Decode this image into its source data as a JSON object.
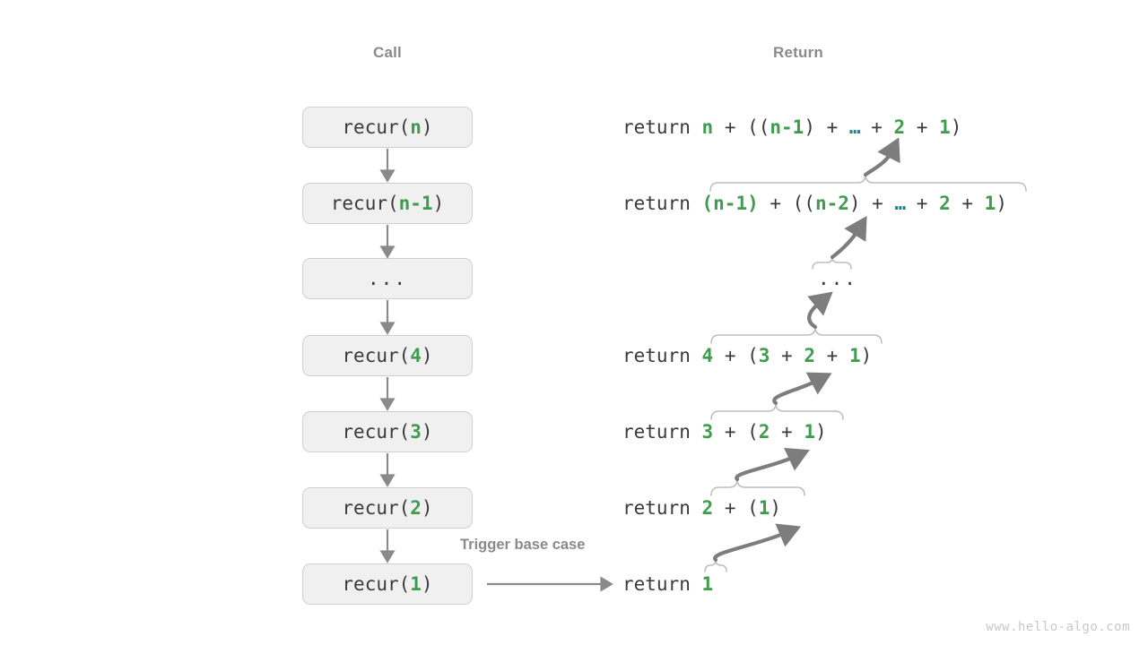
{
  "headers": {
    "call": "Call",
    "return": "Return"
  },
  "colors": {
    "box_fill": "#f0f0f0",
    "box_border": "#cfcfcf",
    "green": "#3f9c4f",
    "teal": "#2a7f86",
    "gray": "#8a8a8a",
    "text": "#3a3a3a",
    "brace": "#bdbdbd",
    "watermark": "#c8c8c8"
  },
  "call_stack": [
    {
      "label": "recur(n)",
      "fn": "recur(",
      "arg": "n",
      "close": ")",
      "is_dots": false
    },
    {
      "label": "recur(n-1)",
      "fn": "recur(",
      "arg": "n-1",
      "close": ")",
      "is_dots": false
    },
    {
      "label": "...",
      "fn": "",
      "arg": "",
      "close": "",
      "is_dots": true
    },
    {
      "label": "recur(4)",
      "fn": "recur(",
      "arg": "4",
      "close": ")",
      "is_dots": false
    },
    {
      "label": "recur(3)",
      "fn": "recur(",
      "arg": "3",
      "close": ")",
      "is_dots": false
    },
    {
      "label": "recur(2)",
      "fn": "recur(",
      "arg": "2",
      "close": ")",
      "is_dots": false
    },
    {
      "label": "recur(1)",
      "fn": "recur(",
      "arg": "1",
      "close": ")",
      "is_dots": false
    }
  ],
  "return_lines": [
    {
      "keyword": "return ",
      "text": "return n + ((n-1) + … + 2 + 1)",
      "tokens": [
        {
          "t": "n",
          "c": "green"
        },
        {
          "t": " + ((",
          "c": "plain"
        },
        {
          "t": "n-1",
          "c": "green"
        },
        {
          "t": ") + ",
          "c": "plain"
        },
        {
          "t": "…",
          "c": "teal"
        },
        {
          "t": " + ",
          "c": "plain"
        },
        {
          "t": "2",
          "c": "green"
        },
        {
          "t": " + ",
          "c": "plain"
        },
        {
          "t": "1",
          "c": "green"
        },
        {
          "t": ")",
          "c": "plain"
        }
      ]
    },
    {
      "keyword": "return ",
      "text": "return (n-1) + ((n-2) + … + 2 + 1)",
      "tokens": [
        {
          "t": "(n-1)",
          "c": "green"
        },
        {
          "t": " + ((",
          "c": "plain"
        },
        {
          "t": "n-2",
          "c": "green"
        },
        {
          "t": ") + ",
          "c": "plain"
        },
        {
          "t": "…",
          "c": "teal"
        },
        {
          "t": " + ",
          "c": "plain"
        },
        {
          "t": "2",
          "c": "green"
        },
        {
          "t": " + ",
          "c": "plain"
        },
        {
          "t": "1",
          "c": "green"
        },
        {
          "t": ")",
          "c": "plain"
        }
      ]
    },
    {
      "keyword": "",
      "text": "...",
      "tokens": [
        {
          "t": "...",
          "c": "plain"
        }
      ]
    },
    {
      "keyword": "return ",
      "text": "return 4 + (3 + 2 + 1)",
      "tokens": [
        {
          "t": "4",
          "c": "green"
        },
        {
          "t": " + (",
          "c": "plain"
        },
        {
          "t": "3",
          "c": "green"
        },
        {
          "t": " + ",
          "c": "plain"
        },
        {
          "t": "2",
          "c": "green"
        },
        {
          "t": " + ",
          "c": "plain"
        },
        {
          "t": "1",
          "c": "green"
        },
        {
          "t": ")",
          "c": "plain"
        }
      ]
    },
    {
      "keyword": "return ",
      "text": "return 3 + (2 + 1)",
      "tokens": [
        {
          "t": "3",
          "c": "green"
        },
        {
          "t": " + (",
          "c": "plain"
        },
        {
          "t": "2",
          "c": "green"
        },
        {
          "t": " + ",
          "c": "plain"
        },
        {
          "t": "1",
          "c": "green"
        },
        {
          "t": ")",
          "c": "plain"
        }
      ]
    },
    {
      "keyword": "return ",
      "text": "return 2 + (1)",
      "tokens": [
        {
          "t": "2",
          "c": "green"
        },
        {
          "t": " + (",
          "c": "plain"
        },
        {
          "t": "1",
          "c": "green"
        },
        {
          "t": ")",
          "c": "plain"
        }
      ]
    },
    {
      "keyword": "return ",
      "text": "return 1",
      "tokens": [
        {
          "t": "1",
          "c": "green"
        }
      ]
    }
  ],
  "annotations": {
    "trigger_base_case": "Trigger base case"
  },
  "watermark": "www.hello-algo.com"
}
